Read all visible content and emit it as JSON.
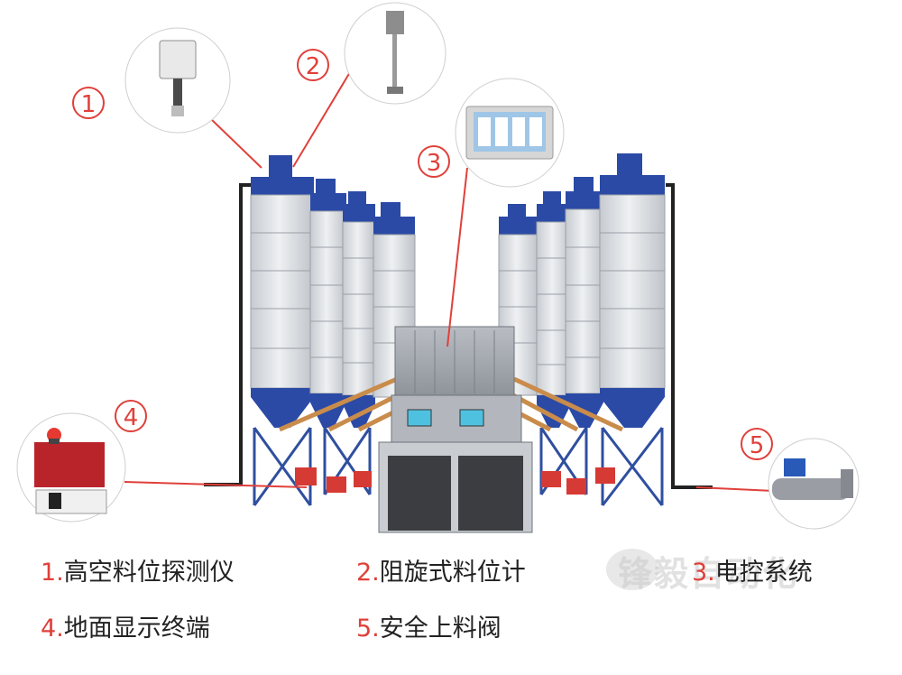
{
  "callouts": [
    {
      "number": "1",
      "icon": "radar-level-sensor-icon"
    },
    {
      "number": "2",
      "icon": "rotary-paddle-switch-icon"
    },
    {
      "number": "3",
      "icon": "touch-panel-icon"
    },
    {
      "number": "4",
      "icon": "ground-display-terminal-icon"
    },
    {
      "number": "5",
      "icon": "safety-valve-icon"
    }
  ],
  "legend": [
    {
      "num": "1.",
      "text": "高空料位探测仪"
    },
    {
      "num": "2.",
      "text": "阻旋式料位计"
    },
    {
      "num": "3.",
      "text": "电控系统"
    },
    {
      "num": "4.",
      "text": "地面显示终端"
    },
    {
      "num": "5.",
      "text": "安全上料阀"
    }
  ],
  "watermark": "锋毅自动化",
  "colors": {
    "accent_red": "#e0403a",
    "silo_blue": "#2b4aa6",
    "silo_body": "#d6d9de",
    "frame_blue": "#2f4f9f",
    "chute_orange": "#c98c4b"
  }
}
